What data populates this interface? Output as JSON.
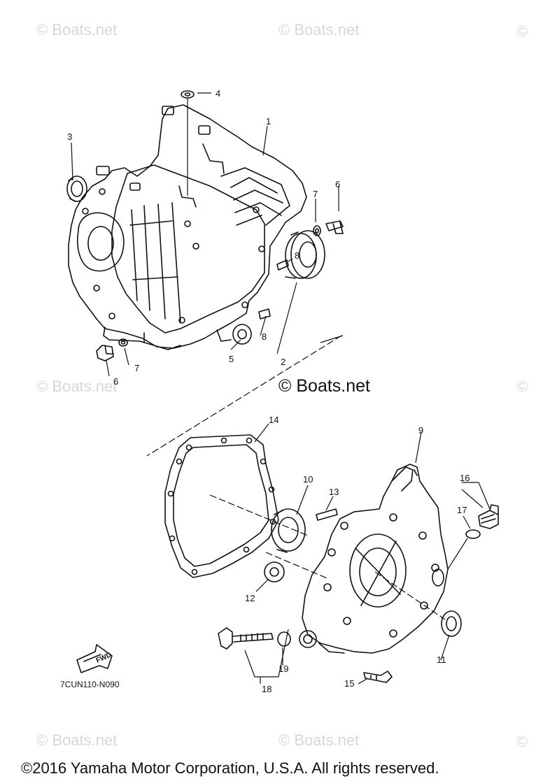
{
  "watermark_text": "© Boats.net",
  "watermark_symbol": "©",
  "center_watermark": "© Boats.net",
  "diagram_code": "7CUN110-N090",
  "fwd_label": "FWD",
  "copyright": "©2016 Yamaha Motor Corporation, U.S.A. All rights reserved.",
  "callouts": [
    "1",
    "2",
    "3",
    "4",
    "5",
    "6",
    "6",
    "7",
    "7",
    "8",
    "8",
    "9",
    "10",
    "11",
    "12",
    "13",
    "14",
    "15",
    "16",
    "17",
    "18",
    "19"
  ],
  "colors": {
    "line": "#111111",
    "watermark": "#d7d7d7"
  }
}
